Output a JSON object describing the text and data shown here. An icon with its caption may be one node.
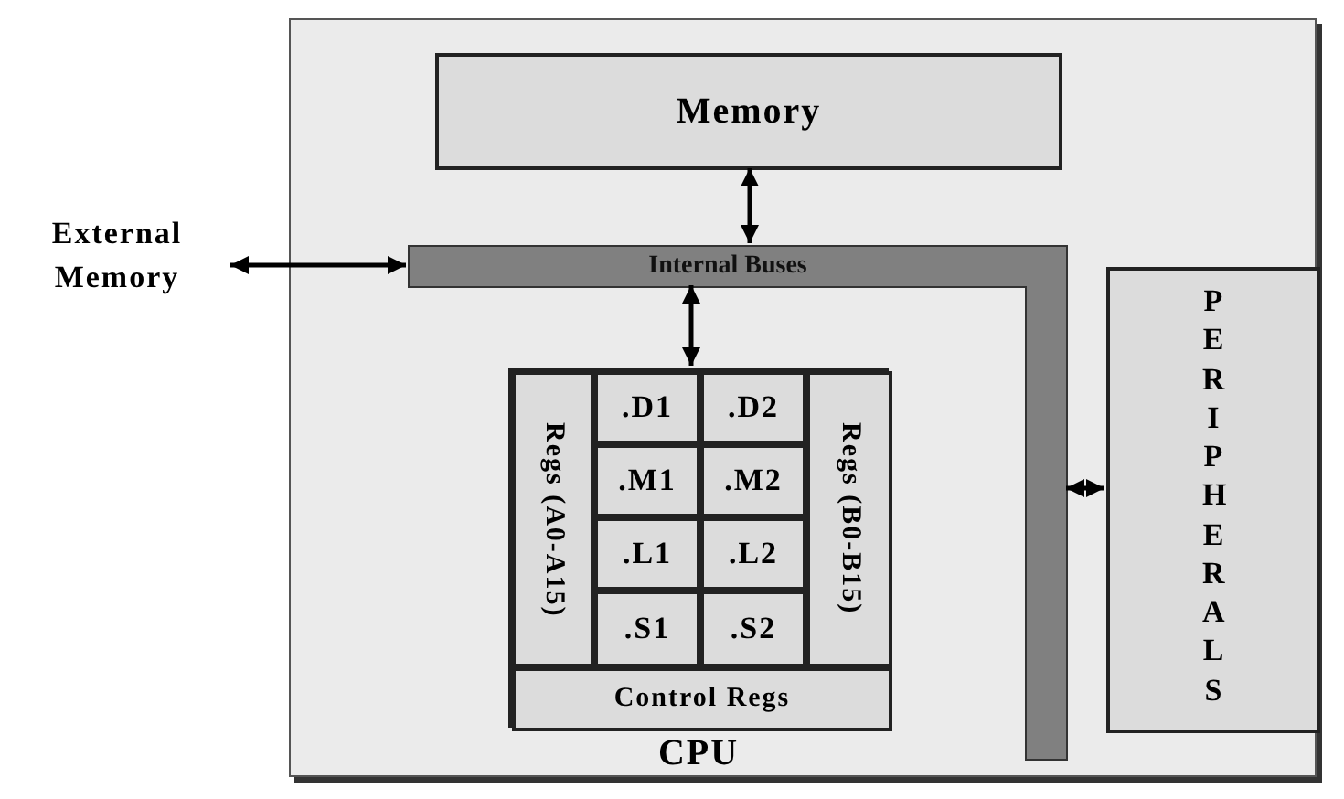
{
  "diagram": {
    "nodes": [
      {
        "text": [],
        "shape": "box"
      },
      {
        "text": [
          "Memory"
        ],
        "in": 0
      },
      {
        "text": [
          "External Memory"
        ]
      },
      {
        "text": [
          "Internal Buses"
        ],
        "in": 0
      },
      {
        "text": [
          "CPU"
        ],
        "in": 0
      },
      {
        "text": [
          "Regs (A0-A15)"
        ],
        "in": 4
      },
      {
        "text": [
          ".D1"
        ],
        "in": 4
      },
      {
        "text": [
          ".D2"
        ],
        "in": 4
      },
      {
        "text": [
          "Regs (B0-B15)"
        ],
        "in": 4
      },
      {
        "text": [
          ".M1"
        ],
        "in": 4
      },
      {
        "text": [
          ".M2"
        ],
        "in": 4
      },
      {
        "text": [
          ".L1"
        ],
        "in": 4
      },
      {
        "text": [
          ".L2"
        ],
        "in": 4
      },
      {
        "text": [
          ".S1"
        ],
        "in": 4
      },
      {
        "text": [
          ".S2"
        ],
        "in": 4
      },
      {
        "text": [
          "Control Regs"
        ],
        "in": 4
      },
      {
        "text": [
          "PERIPHERALS"
        ],
        "in": 0
      }
    ],
    "edges": [
      {
        "from": 1,
        "to": 3,
        "arrow": "both"
      },
      {
        "from": 2,
        "to": 3,
        "arrow": "both"
      },
      {
        "from": 3,
        "to": 4,
        "arrow": "both"
      },
      {
        "from": 3,
        "to": 16,
        "arrow": "both"
      }
    ]
  }
}
